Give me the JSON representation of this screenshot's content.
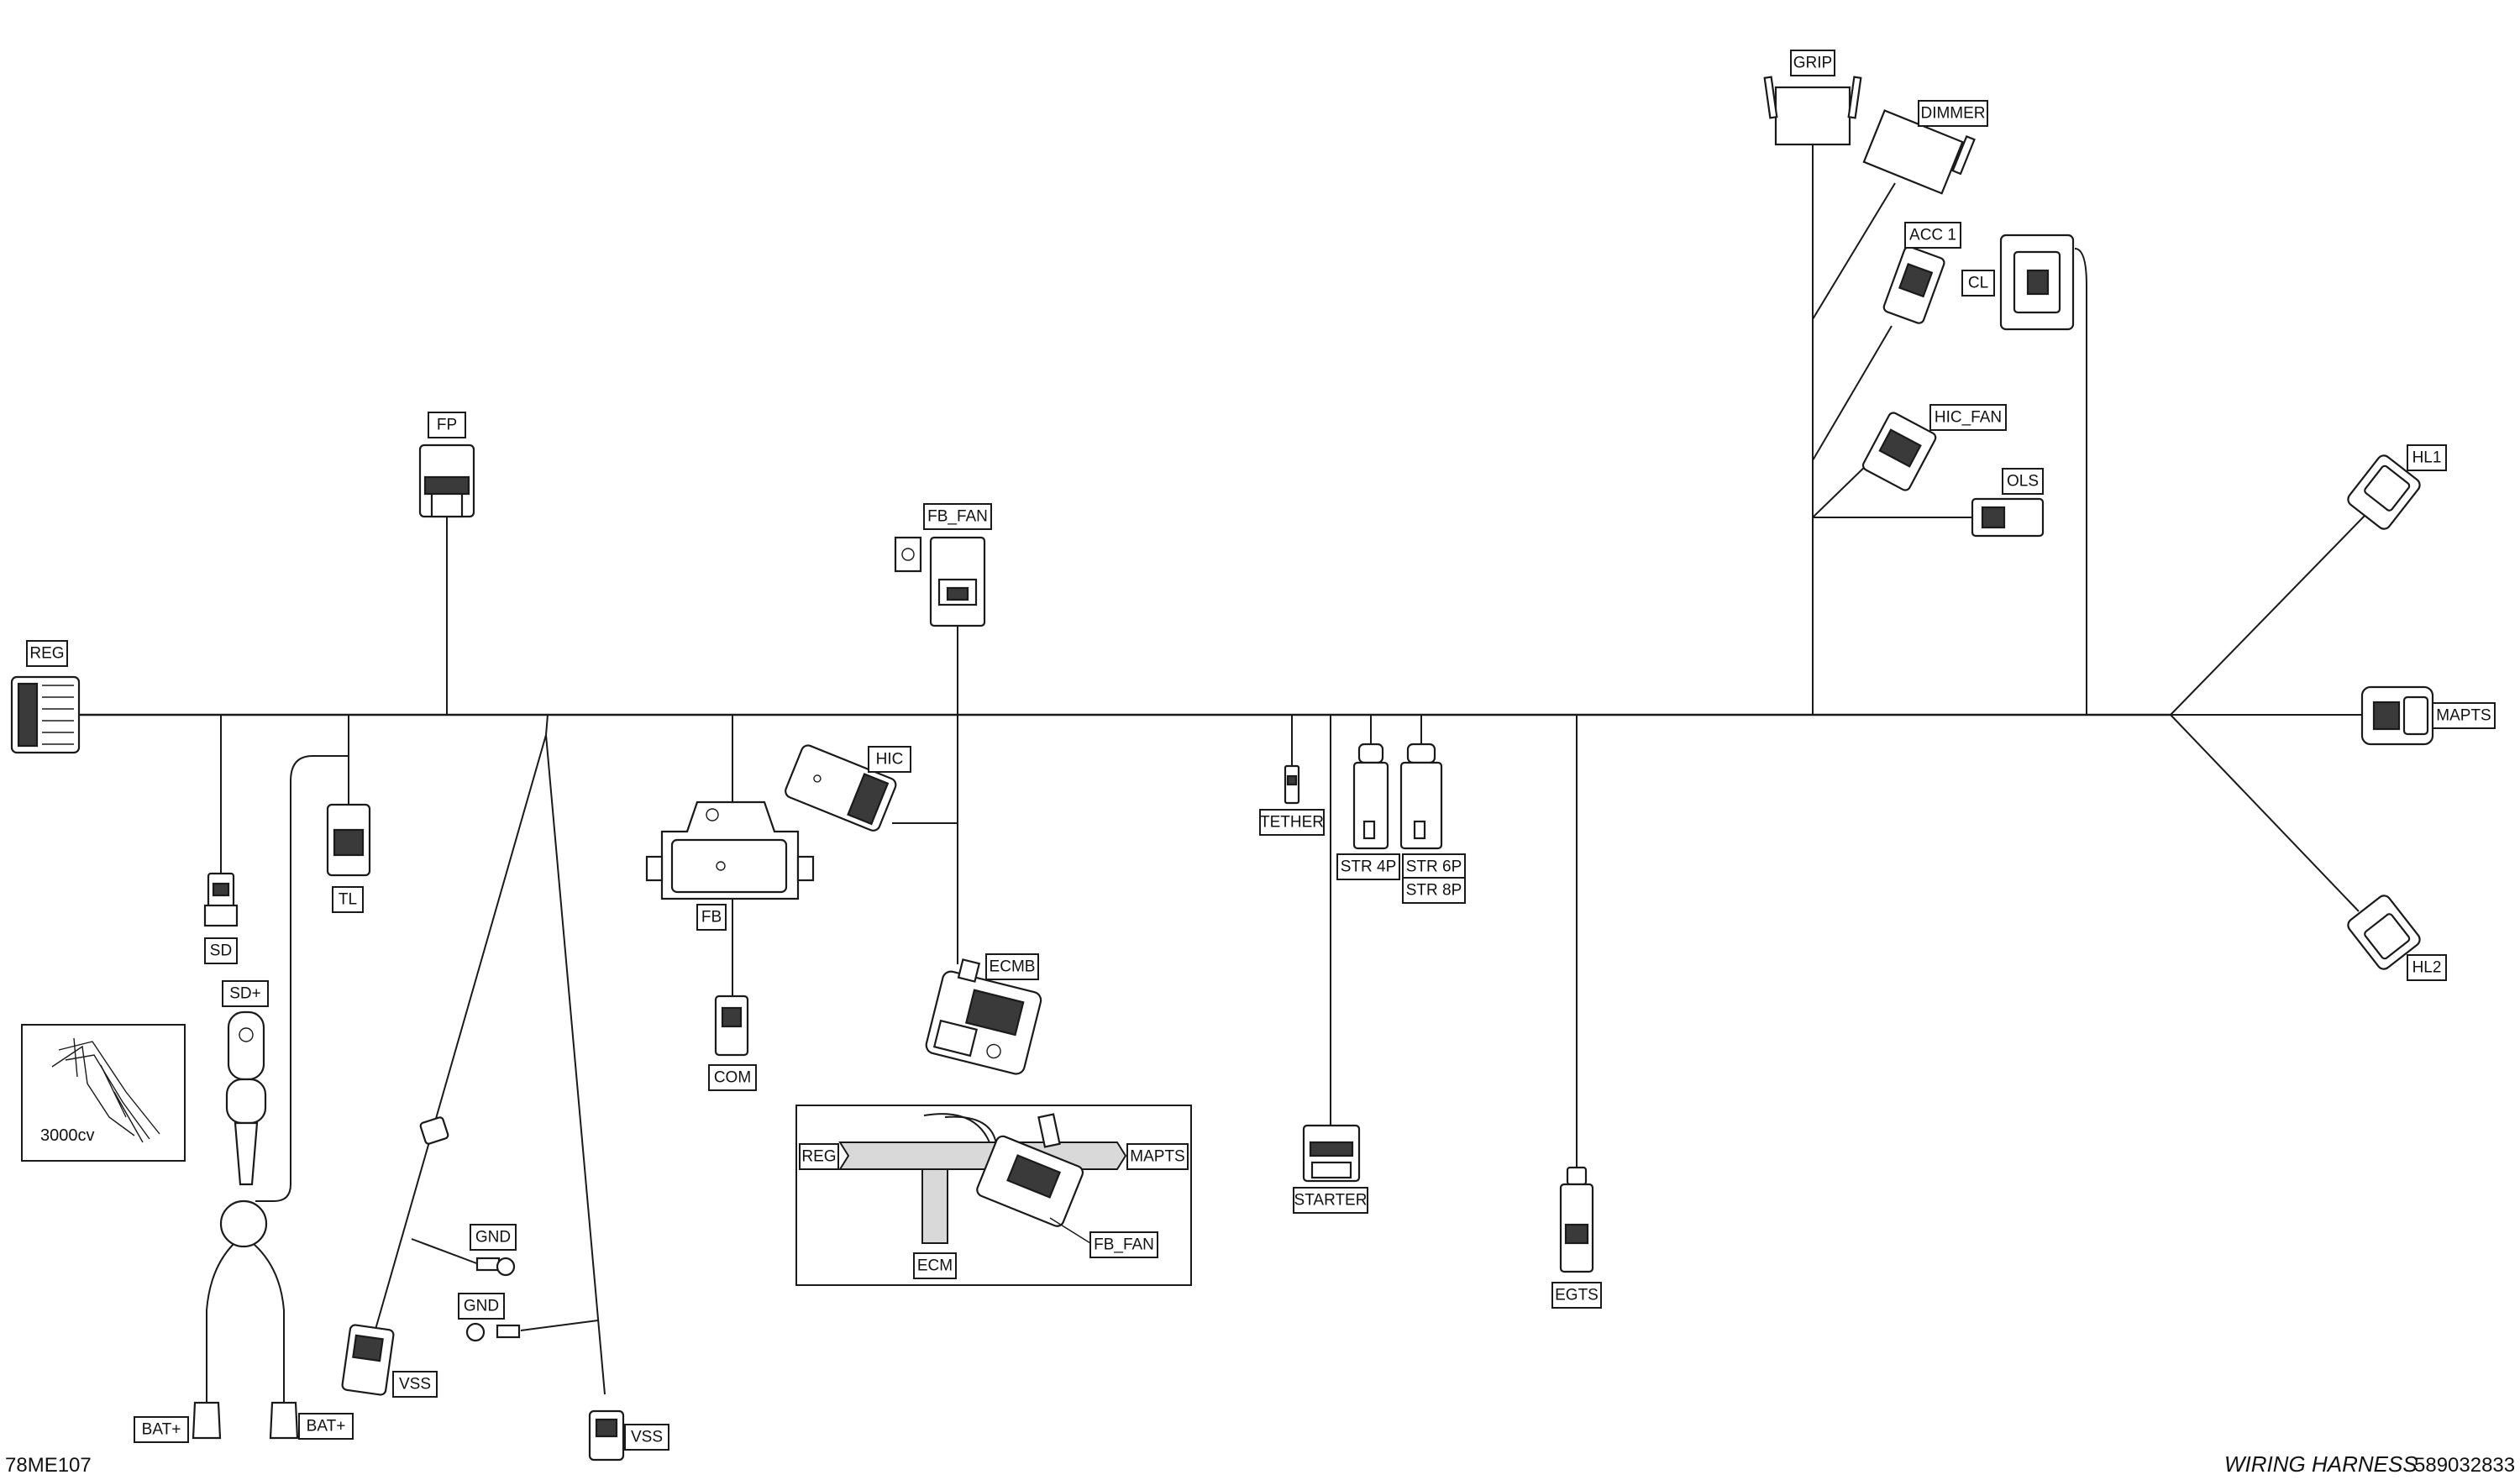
{
  "labels": {
    "reg": "REG",
    "fp": "FP",
    "sd": "SD",
    "tl": "TL",
    "sd_plus": "SD+",
    "bat_plus_left": "BAT+",
    "bat_plus_right": "BAT+",
    "gnd_upper": "GND",
    "gnd_lower": "GND",
    "vss_left": "VSS",
    "vss_right": "VSS",
    "fb": "FB",
    "com": "COM",
    "hic": "HIC",
    "fb_fan": "FB_FAN",
    "ecmb": "ECMB",
    "tether": "TETHER",
    "str_4p": "STR 4P",
    "str_6p": "STR 6P",
    "str_8p": "STR 8P",
    "starter": "STARTER",
    "egts": "EGTS",
    "grip": "GRIP",
    "dimmer": "DIMMER",
    "acc1": "ACC 1",
    "cl": "CL",
    "hic_fan": "HIC_FAN",
    "ols": "OLS",
    "hl1": "HL1",
    "hl2": "HL2",
    "mapts": "MAPTS"
  },
  "inset_detail": {
    "reg": "REG",
    "mapts": "MAPTS",
    "ecm": "ECM",
    "fb_fan": "FB_FAN"
  },
  "model_inset": {
    "caption": "3000cv"
  },
  "footer": {
    "title": "WIRING HARNESS",
    "part_number": "589032833",
    "drawing_ref": "78ME107"
  }
}
